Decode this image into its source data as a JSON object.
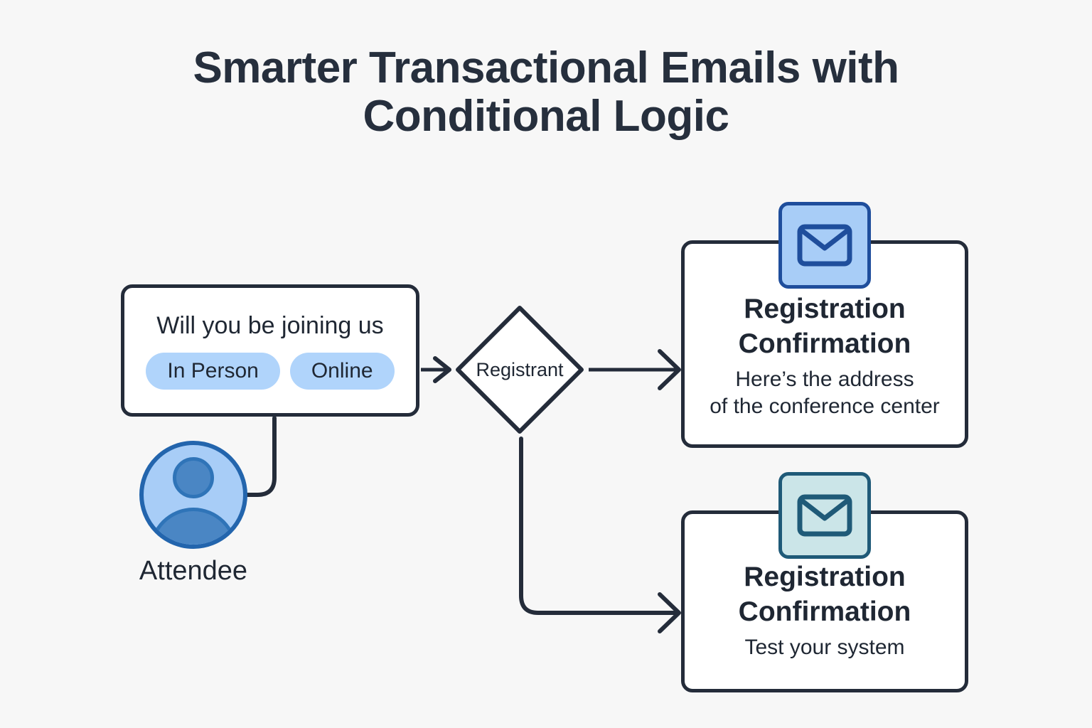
{
  "page": {
    "background_color": "#f7f7f7",
    "title_lines": [
      "Smarter Transactional Emails with",
      "Conditional Logic"
    ],
    "title_color": "#262f3d"
  },
  "question_card": {
    "question": "Will you be joining us",
    "options": [
      {
        "label": "In Person"
      },
      {
        "label": "Online"
      }
    ],
    "pill_color": "#b0d4fb"
  },
  "actor": {
    "label": "Attendee",
    "avatar_fill": "#a8cdf7",
    "avatar_border": "#2365ad",
    "avatar_figure": "#4a86c4"
  },
  "decision": {
    "label": "Registrant",
    "shape": "diamond",
    "border_color": "#242c3a"
  },
  "emails": [
    {
      "id": "in-person",
      "icon": "envelope-icon",
      "icon_fill": "#a8cdf7",
      "icon_border": "#1f4e9c",
      "title_lines": [
        "Registration",
        "Confirmation"
      ],
      "body_lines": [
        "Here’s the address",
        "of the conference center"
      ]
    },
    {
      "id": "online",
      "icon": "envelope-icon",
      "icon_fill": "#cbe5e8",
      "icon_border": "#1f5a78",
      "title_lines": [
        "Registration",
        "Confirmation"
      ],
      "body_lines": [
        "Test your system"
      ]
    }
  ],
  "connectors": {
    "line_color": "#242c3a",
    "paths": [
      {
        "from": "question-card",
        "to": "decision",
        "arrow": true
      },
      {
        "from": "question-card",
        "to": "attendee-avatar",
        "arrow": false
      },
      {
        "from": "decision",
        "to": "email-in-person",
        "arrow": true
      },
      {
        "from": "decision",
        "to": "email-online",
        "arrow": true
      }
    ]
  }
}
